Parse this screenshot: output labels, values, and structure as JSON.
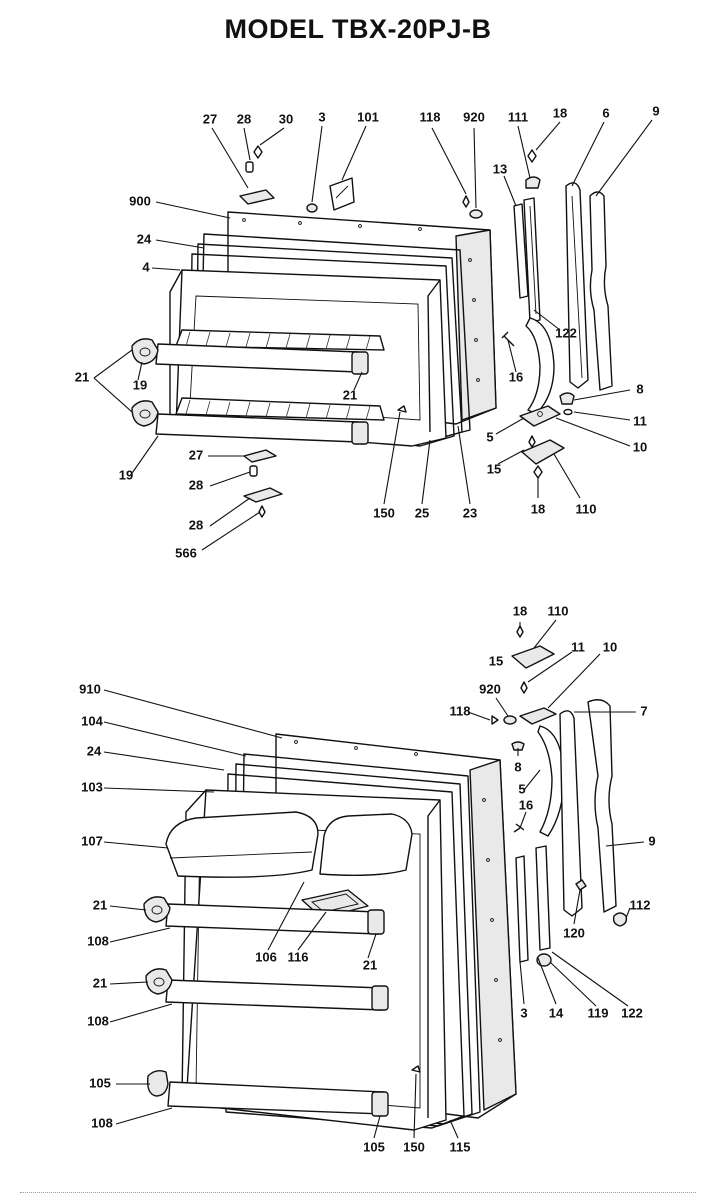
{
  "title": "MODEL TBX-20PJ-B",
  "top_door_callouts": {
    "c27a": "27",
    "c28a": "28",
    "c30": "30",
    "c3a": "3",
    "c101": "101",
    "c118a": "118",
    "c920a": "920",
    "c111": "111",
    "c18a": "18",
    "c6": "6",
    "c9a": "9",
    "c900": "900",
    "c24a": "24",
    "c4": "4",
    "c13": "13",
    "c122a": "122",
    "c16a": "16",
    "c21a": "21",
    "c19a": "19",
    "c21b": "21",
    "c8a": "8",
    "c11a": "11",
    "c5a": "5",
    "c10a": "10",
    "c15a": "15",
    "c19b": "19",
    "c27b": "27",
    "c28b": "28",
    "c28c": "28",
    "c566": "566",
    "c150a": "150",
    "c25": "25",
    "c23": "23",
    "c18b": "18",
    "c110a": "110"
  },
  "bottom_door_callouts": {
    "c18c": "18",
    "c110b": "110",
    "c11b": "11",
    "c15b": "15",
    "c10b": "10",
    "c910": "910",
    "c920b": "920",
    "c118b": "118",
    "c7": "7",
    "c104": "104",
    "c24b": "24",
    "c8b": "8",
    "c103": "103",
    "c5b": "5",
    "c16b": "16",
    "c107": "107",
    "c9b": "9",
    "c21c": "21",
    "c112": "112",
    "c120": "120",
    "c108a": "108",
    "c106": "106",
    "c116": "116",
    "c21d": "21",
    "c21e": "21",
    "c3b": "3",
    "c14": "14",
    "c119": "119",
    "c122b": "122",
    "c108b": "108",
    "c105a": "105",
    "c108c": "108",
    "c105b": "105",
    "c150b": "150",
    "c115": "115"
  }
}
